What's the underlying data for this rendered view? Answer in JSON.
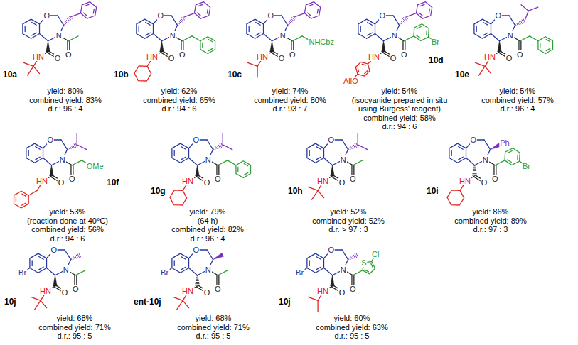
{
  "diagram": {
    "labels": [
      "O",
      "N",
      "O",
      "HN",
      "O",
      "10a",
      "yield: 80%",
      "combined yield: 83%",
      "d.r.: 96 : 4",
      "O",
      "N",
      "O",
      "HN",
      "O",
      "10b",
      "yield: 62%",
      "combined yield: 65%",
      "d.r.: 94 : 6",
      "O",
      "N",
      "O",
      "HN",
      "O",
      "NHCbz",
      "10c",
      "yield: 74%",
      "combined yield: 80%",
      "d.r.: 93 : 7",
      "O",
      "N",
      "O",
      "HN",
      "O",
      "Br",
      "AllO",
      "10d",
      "yield: 54%",
      "(isocyanide prepared in situ using Burgess' reagent)",
      "combined yield: 58%",
      "d.r.: 94 : 6",
      "O",
      "N",
      "O",
      "HN",
      "O",
      "10e",
      "yield: 54%",
      "combined yield: 57%",
      "d.r.: 96 : 4",
      "O",
      "N",
      "O",
      "HN",
      "O",
      "OMe",
      "10f",
      "yield: 53%",
      "(reaction done at 40°C)",
      "combined yield: 56%",
      "d.r.: 94 : 6",
      "O",
      "N",
      "O",
      "HN",
      "O",
      "10g",
      "yield: 79%",
      "(64 h)",
      "combined yield: 82%",
      "d.r.: 96 : 4",
      "O",
      "N",
      "O",
      "HN",
      "O",
      "10h",
      "yield: 52%",
      "combined yield: 52%",
      "d.r. > 97 : 3",
      "O",
      "N",
      "O",
      "HN",
      "O",
      "Ph",
      "Br",
      "10i",
      "yield: 86%",
      "combined yield: 89%",
      "d.r.: 97 : 3",
      "O",
      "N",
      "O",
      "HN",
      "O",
      "Br",
      "10j",
      "yield: 68%",
      "combined yield: 71%",
      "d.r.: 95 : 5",
      "O",
      "N",
      "O",
      "HN",
      "O",
      "Br",
      "ent-10j",
      "yield: 68%",
      "combined yield: 71%",
      "d.r.: 95 : 5",
      "O",
      "N",
      "O",
      "HN",
      "O",
      "Br",
      "S",
      "Cl",
      "10j",
      "yield: 60%",
      "combined yield: 63%",
      "d.r.: 95 : 5"
    ]
  }
}
